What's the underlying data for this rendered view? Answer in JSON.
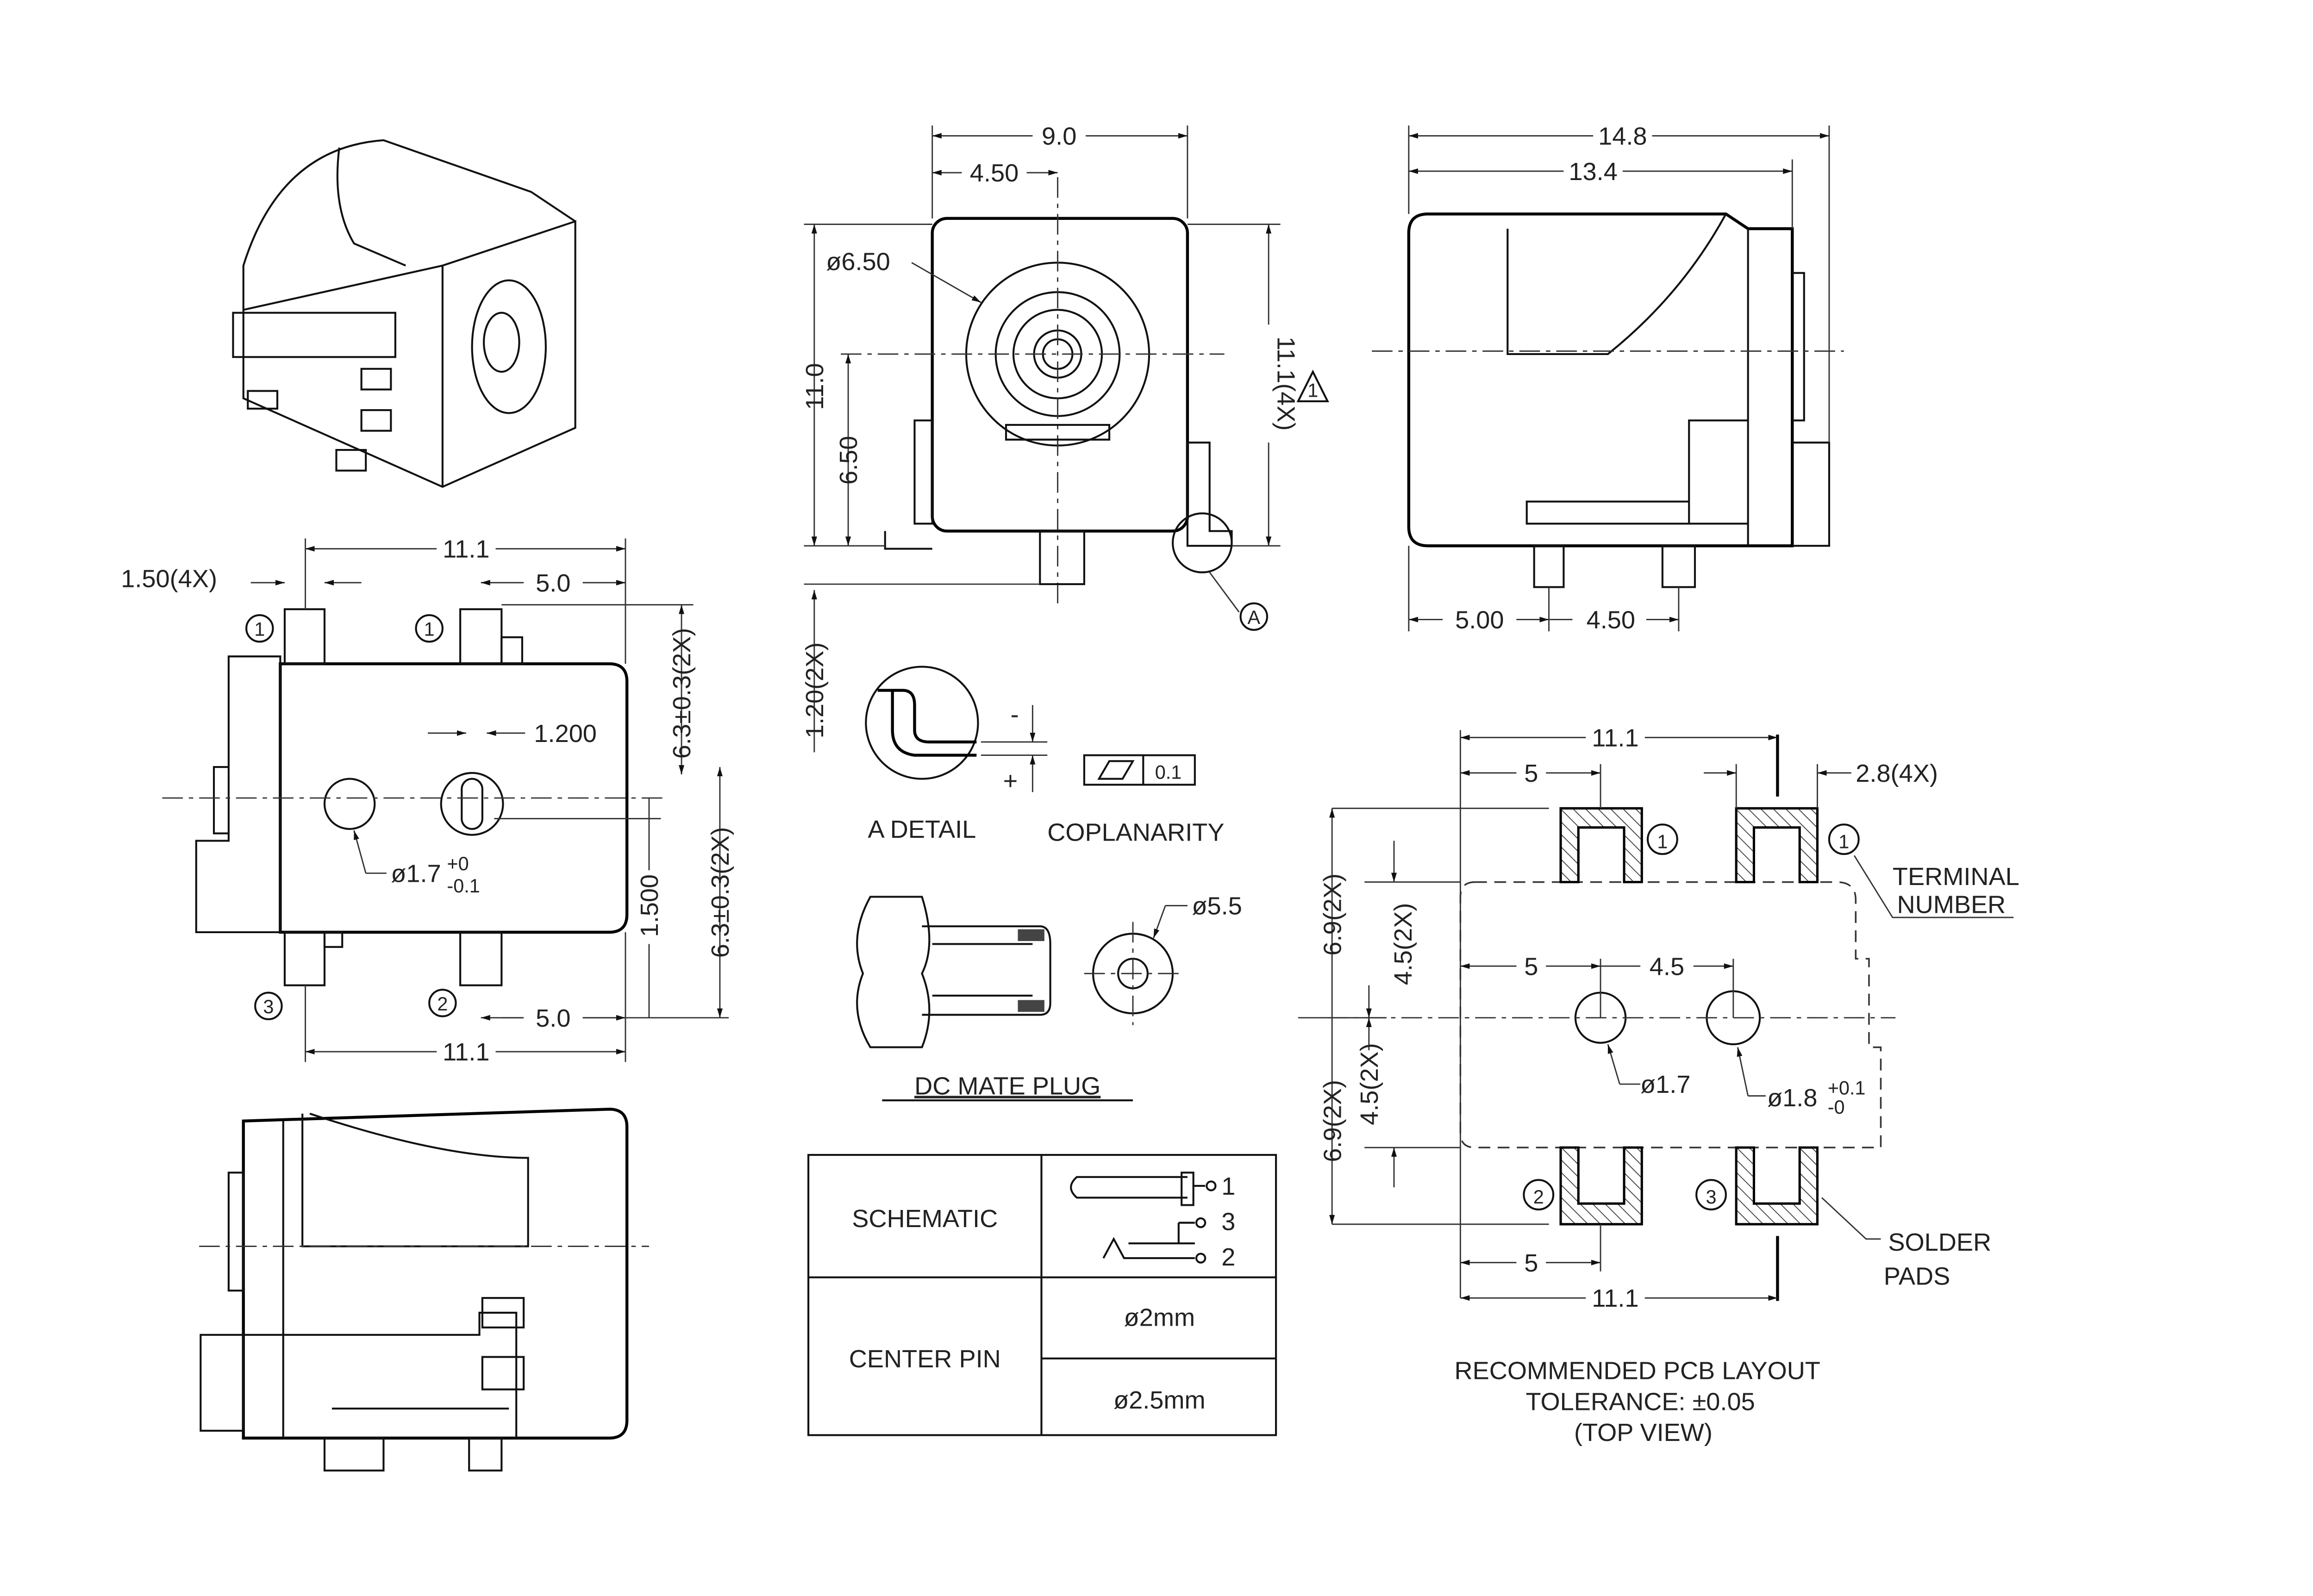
{
  "front_view": {
    "width": "9.0",
    "half_width": "4.50",
    "outer_dia": "ø6.50",
    "height": "11.0",
    "pin_height": "6.50",
    "total_height": "11.1(4X)",
    "lead_height": "1.20(2X)",
    "detail_ref": "A",
    "revision_mark": "1"
  },
  "side_view": {
    "length": "14.8",
    "body_length": "13.4",
    "pin_offset_1": "5.00",
    "pin_offset_2": "4.50"
  },
  "bottom_view": {
    "width_top": "11.1",
    "pad_width": "1.50(4X)",
    "offset_top": "5.0",
    "hole_offset": "1.200",
    "y_top": "6.3±0.3(2X)",
    "y_bottom": "6.3±0.3(2X)",
    "hole_y": "1.500",
    "hole_dia": "ø1.7",
    "tol_plus": "+0",
    "tol_minus": "-0.1",
    "offset_bottom": "5.0",
    "width_bottom": "11.1",
    "terminals": [
      "1",
      "1",
      "3",
      "2"
    ]
  },
  "detail": {
    "label": "A DETAIL",
    "coplanarity": "COPLANARITY",
    "value": "0.1",
    "minus": "-",
    "plus": "+"
  },
  "plug": {
    "dia": "ø5.5",
    "label": "DC MATE PLUG"
  },
  "table": {
    "schematic": "SCHEMATIC",
    "pins": [
      "1",
      "3",
      "2"
    ],
    "center_pin": "CENTER PIN",
    "options": [
      "ø2mm",
      "ø2.5mm"
    ]
  },
  "pcb": {
    "width_top": "11.1",
    "offset_top": "5",
    "pad_size": "2.8(4X)",
    "hole_offset": "5",
    "hole_spacing": "4.5",
    "y_top_outer": "6.9(2X)",
    "y_top_inner": "4.5(2X)",
    "y_bot_outer": "6.9(2X)",
    "y_bot_inner": "4.5(2X)",
    "hole1_dia": "ø1.7",
    "hole2_dia": "ø1.8",
    "hole2_tol_plus": "+0.1",
    "hole2_tol_minus": "-0",
    "offset_bottom": "5",
    "width_bottom": "11.1",
    "terminals": [
      "1",
      "1",
      "2",
      "3"
    ],
    "terminal_label": [
      "TERMINAL",
      "NUMBER"
    ],
    "pads_label": [
      "SOLDER",
      "PADS"
    ],
    "title": "RECOMMENDED PCB LAYOUT",
    "tolerance": "TOLERANCE: ±0.05",
    "view": "(TOP VIEW)"
  }
}
